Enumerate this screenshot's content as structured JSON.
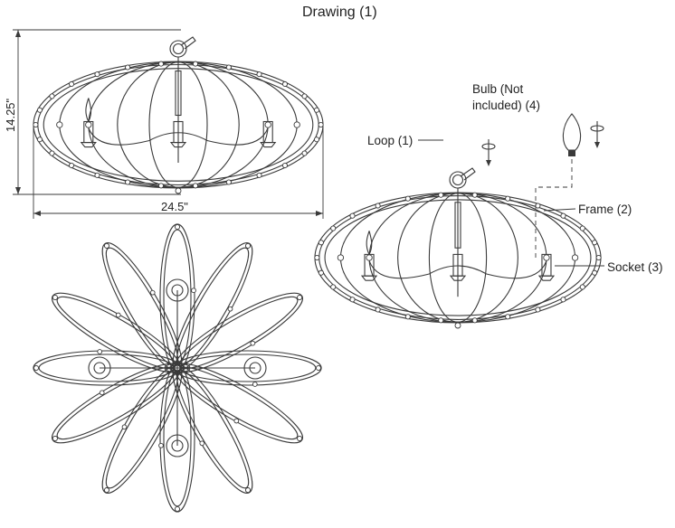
{
  "title": "Drawing (1)",
  "dimensions": {
    "height": "14.25\"",
    "width": "24.5\""
  },
  "parts": {
    "loop": "Loop (1)",
    "bulb_line1": "Bulb (Not",
    "bulb_line2": "included) (4)",
    "frame": "Frame (2)",
    "socket": "Socket (3)"
  },
  "colors": {
    "line": "#3a3a3a",
    "background": "#ffffff"
  }
}
